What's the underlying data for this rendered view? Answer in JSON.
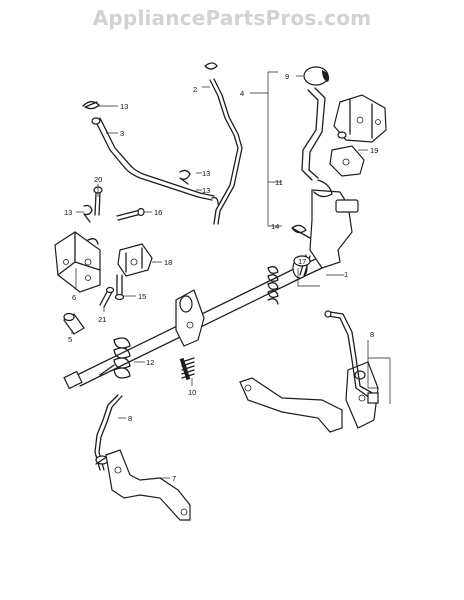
{
  "header": {
    "watermark": "AppliancePartsPros.com"
  },
  "callouts": [
    "1",
    "2",
    "3",
    "4",
    "5",
    "6",
    "7",
    "8",
    "9",
    "10",
    "11",
    "12",
    "13",
    "14",
    "15",
    "16",
    "17",
    "18",
    "19",
    "20",
    "21"
  ]
}
